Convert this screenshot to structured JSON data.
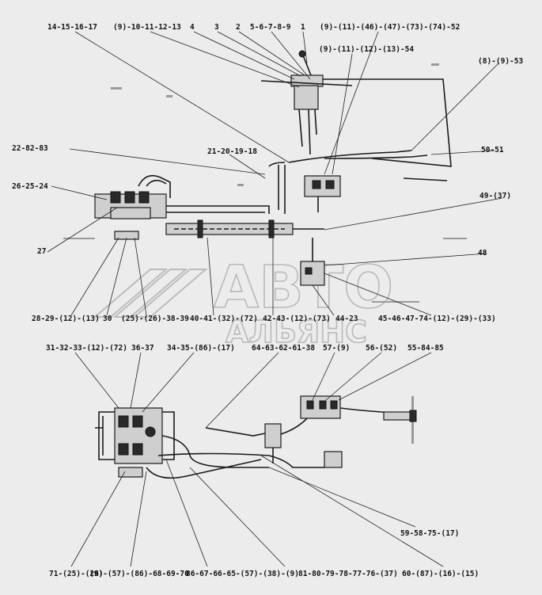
{
  "watermark": {
    "line1": "АВТО",
    "line2": "АЛЬЯНС"
  },
  "labels": {
    "l_14_15_16_17": "14-15-16-17",
    "l_9_10_11_12_13": "(9)-10-11-12-13",
    "l_4": "4",
    "l_3": "3",
    "l_2": "2",
    "l_5_6_7_8_9": "5-6-7-8-9",
    "l_1": "1",
    "l_top_right": "(9)-(11)-(46)-(47)-(73)-(74)-52",
    "l_9_11_12_13_54": "(9)-(11)-(12)-(13)-54",
    "l_8_9_53": "(8)-(9)-53",
    "l_22_82_83": "22-82-83",
    "l_21_20_19_18": "21-20-19-18",
    "l_50_51": "50-51",
    "l_26_25_24": "26-25-24",
    "l_49_37": "49-(37)",
    "l_27": "27",
    "l_48": "48",
    "l_28_29_12_13": "28-29-(12)-(13)",
    "l_30": "30",
    "l_25_26_38_39": "(25)-(26)-38-39",
    "l_40_41_32_72": "40-41-(32)-(72)",
    "l_42_43_12_73": "42-43-(12)-(73)",
    "l_44_23": "44-23",
    "l_45_chain": "45-46-47-74-(12)-(29)-(33)",
    "l_31_32_33_12_72": "31-32-33-(12)-(72)",
    "l_36_37": "36-37",
    "l_34_35_86_17": "34-35-(86)-(17)",
    "l_64_63_62_61_38": "64-63-62-61-38",
    "l_57_9": "57-(9)",
    "l_56_52": "56-(52)",
    "l_55_84_85": "55-84-85",
    "l_59_58_75_17": "59-58-75-(17)",
    "l_71_25_26": "71-(25)-(26)",
    "l_9_57_chain": "(9)-(57)-(86)-68-69-70",
    "l_86_chain": "86-67-66-65-(57)-(38)-(9)",
    "l_81_chain": "81-80-79-78-77-76-(37)",
    "l_60_87_16_15": "60-(87)-(16)-(15)"
  }
}
